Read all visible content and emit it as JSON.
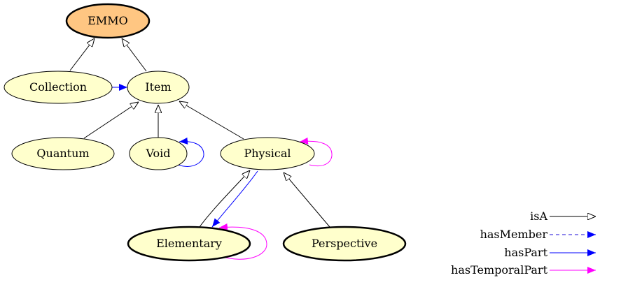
{
  "colors": {
    "root_fill": "#ffc682",
    "node_fill": "#ffffcc",
    "isA": "#000000",
    "hasMember": "#4a3de0",
    "hasPart": "#0000ff",
    "hasTemporalPart": "#ff00ff"
  },
  "nodes": {
    "emmo": "EMMO",
    "collection": "Collection",
    "item": "Item",
    "quantum": "Quantum",
    "void": "Void",
    "physical": "Physical",
    "elementary": "Elementary",
    "perspective": "Perspective"
  },
  "legend": {
    "isA": "isA",
    "hasMember": "hasMember",
    "hasPart": "hasPart",
    "hasTemporalPart": "hasTemporalPart"
  }
}
